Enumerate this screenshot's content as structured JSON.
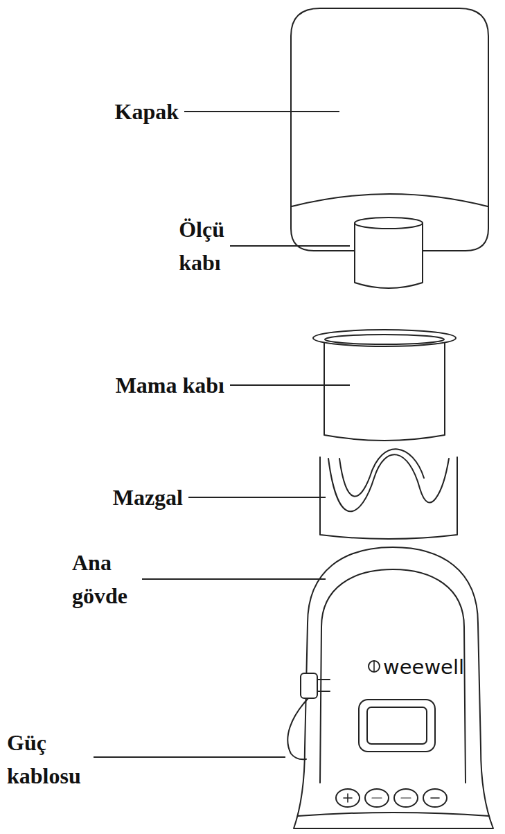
{
  "diagram": {
    "labels": [
      "Kapak",
      "Ölçü kabı",
      "Mama kabı",
      "Mazgal",
      "Ana gövde",
      "Güç kablosu",
      "weewell"
    ]
  }
}
